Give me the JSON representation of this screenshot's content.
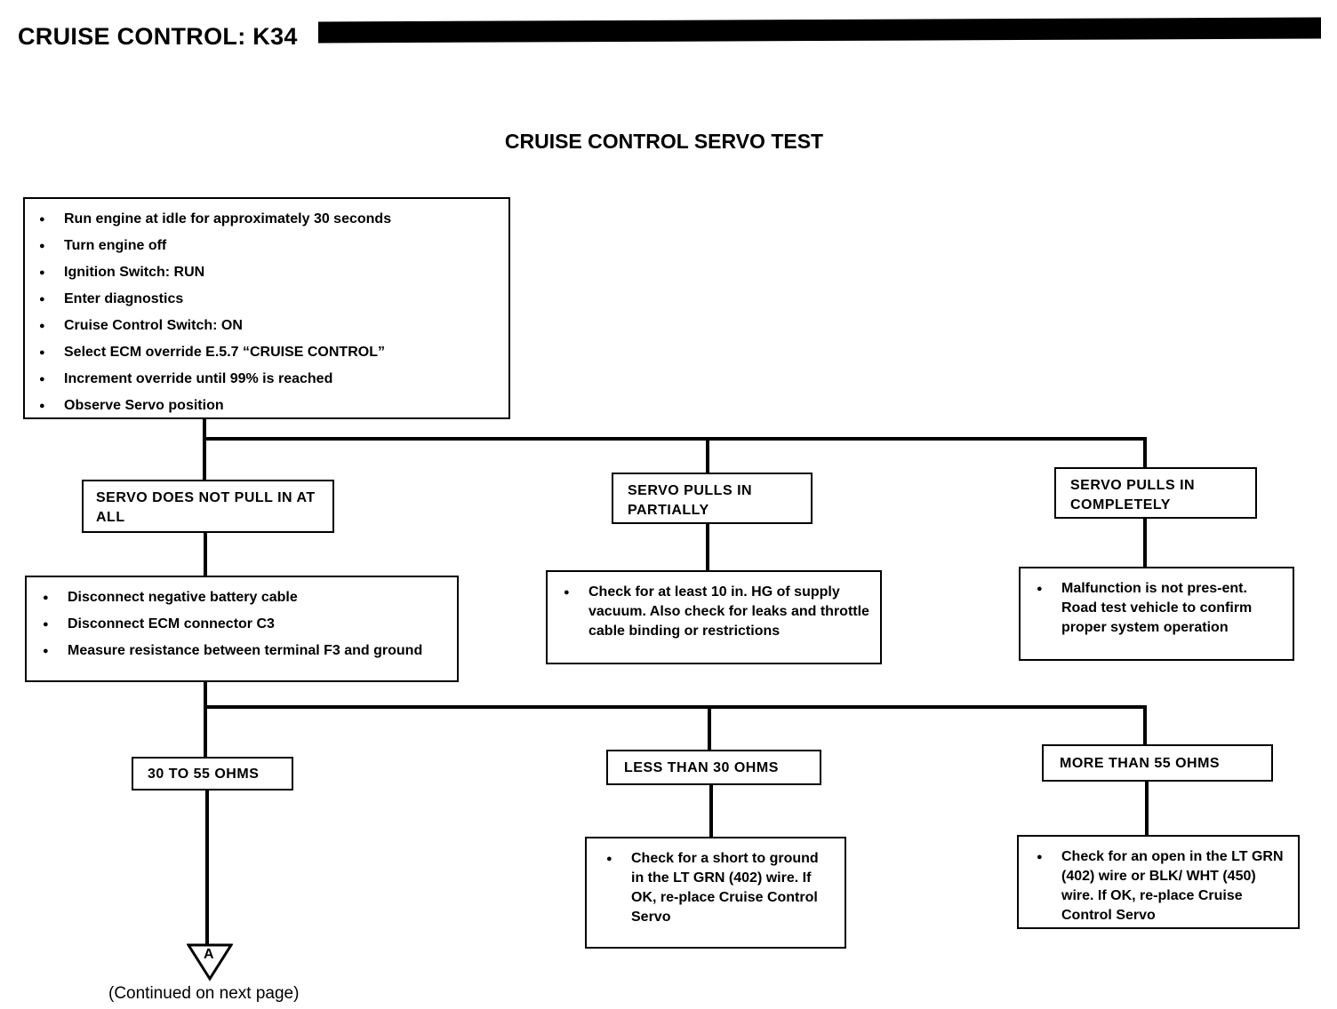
{
  "header": {
    "title": "CRUISE CONTROL: K34"
  },
  "diagram_title": "CRUISE CONTROL SERVO TEST",
  "start_box": {
    "steps": [
      "Run engine at idle for approximately 30 seconds",
      "Turn engine off",
      "Ignition Switch:  RUN",
      "Enter diagnostics",
      "Cruise Control Switch: ON",
      "Select ECM override E.5.7  “CRUISE CONTROL”",
      "Increment override until 99% is reached",
      "Observe Servo position"
    ]
  },
  "level1": [
    {
      "label": "SERVO DOES NOT PULL IN AT ALL"
    },
    {
      "label": "SERVO PULLS IN PARTIALLY"
    },
    {
      "label": "SERVO PULLS IN COMPLETELY"
    }
  ],
  "disconnect_box": {
    "steps": [
      "Disconnect negative battery cable",
      "Disconnect ECM connector C3",
      "Measure resistance between terminal F3 and ground"
    ]
  },
  "partial_box": {
    "steps": [
      "Check for at least 10 in. HG of supply vacuum. Also check for leaks and throttle cable binding or restrictions"
    ]
  },
  "complete_box": {
    "steps": [
      "Malfunction is not pres-ent. Road test vehicle to confirm proper system operation"
    ]
  },
  "level2": [
    {
      "label": "30 TO 55 OHMS"
    },
    {
      "label": "LESS THAN 30 OHMS"
    },
    {
      "label": "MORE THAN 55 OHMS"
    }
  ],
  "less_box": {
    "steps": [
      "Check for a short to ground in the LT GRN (402) wire. If OK, re-place Cruise Control Servo"
    ]
  },
  "more_box": {
    "steps": [
      "Check for an open in the LT GRN (402) wire or BLK/ WHT (450) wire. If OK, re-place Cruise Control Servo"
    ]
  },
  "connector": {
    "letter": "A"
  },
  "continued": "(Continued on next page)"
}
